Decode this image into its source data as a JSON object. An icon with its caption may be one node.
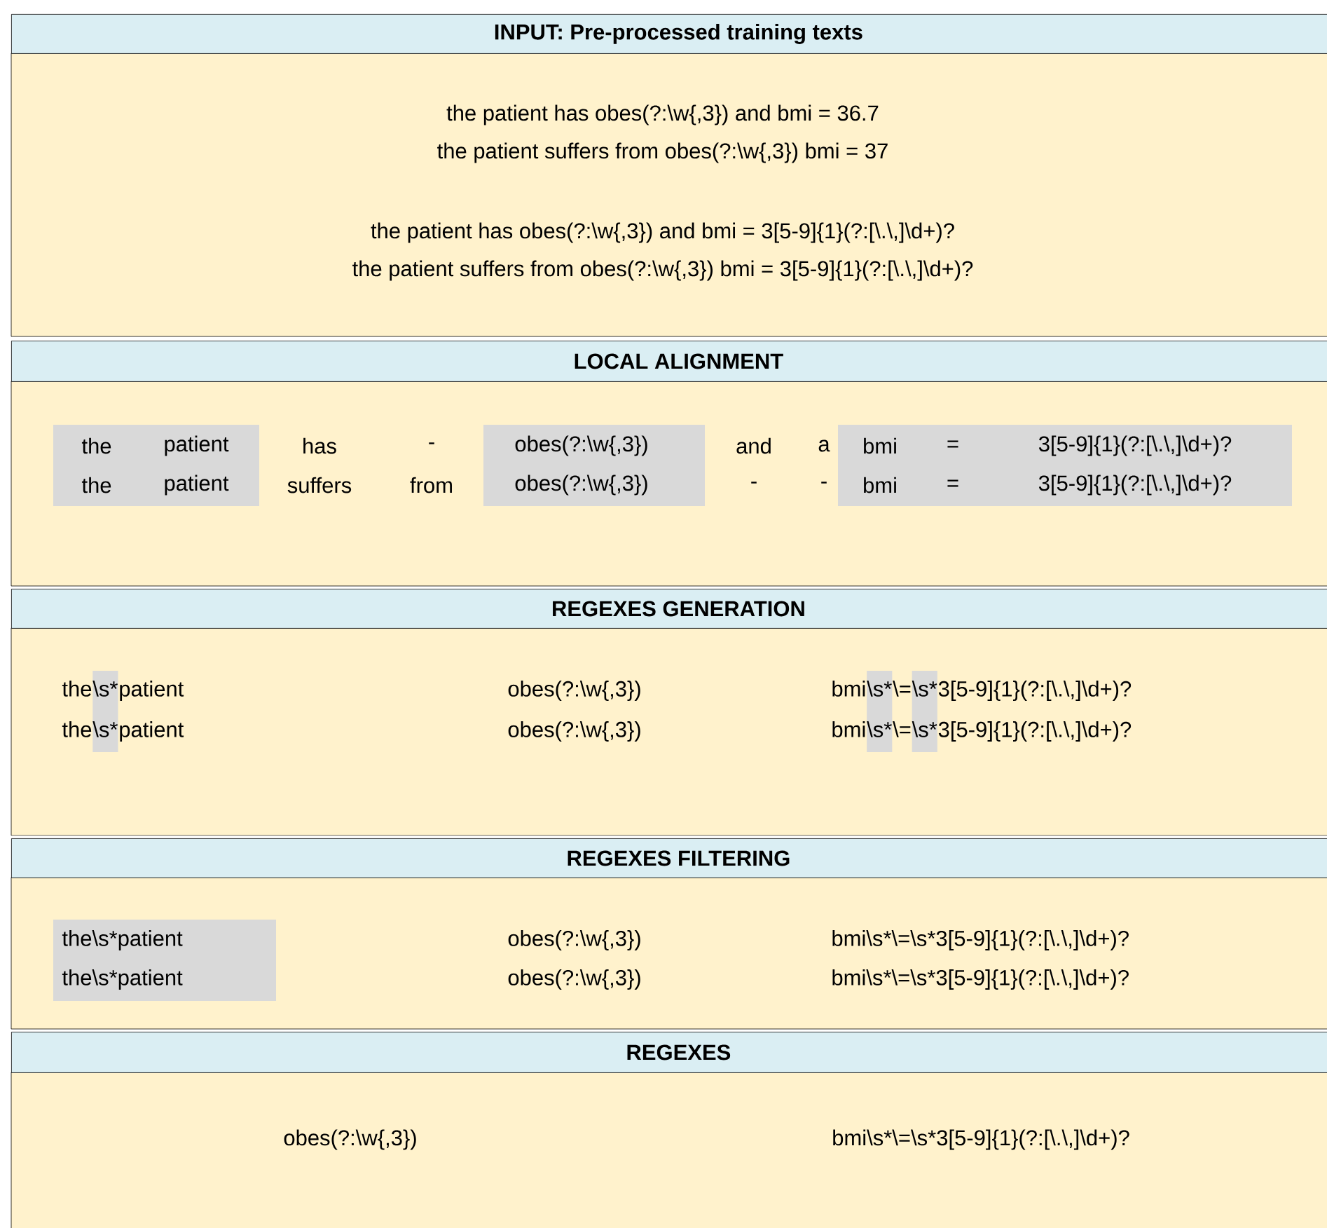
{
  "diagram": {
    "nodes": [
      {
        "text": [
          "**INPUT:** Pre-processed training texts"
        ]
      },
      {
        "text": [
          "LOCAL ALIGNMENT"
        ]
      },
      {
        "text": [
          "REGEXES GENERATION"
        ]
      },
      {
        "text": [
          "REGEXES FILTERING"
        ]
      },
      {
        "text": [
          "REGEXES"
        ]
      }
    ],
    "labels": [
      "the patient has obes(?:\\w{,3}) and bmi = 36.7",
      "the patient suffers from obes(?:\\w{,3}) bmi = 37",
      "the patient has obes(?:\\w{,3}) and bmi = 3[5-9]{1}(?:[\\.\\,]\\d+)?",
      "the patient suffers from obes(?:\\w{,3}) bmi = 3[5-9]{1}(?:[\\.\\,]\\d+)?",
      "the",
      "patient",
      "has",
      "-",
      "obes(?:\\w{,3})",
      "and",
      "a",
      "bmi",
      "=",
      "3[5-9]{1}(?:[\\.\\,]\\d+)?",
      "the",
      "patient",
      "suffers",
      "from",
      "obes(?:\\w{,3})",
      "-",
      "-",
      "bmi",
      "=",
      "3[5-9]{1}(?:[\\.\\,]\\d+)?",
      "the",
      "\\s*",
      "patient",
      "obes(?:\\w{,3})",
      "bmi",
      "\\s*",
      "\\=",
      "\\s*",
      "3[5-9]{1}(?:[\\.\\,]\\d+)?",
      "the",
      "\\s*",
      "patient",
      "obes(?:\\w{,3})",
      "bmi",
      "\\s*",
      "\\=",
      "\\s*",
      "3[5-9]{1}(?:[\\.\\,]\\d+)?",
      "the\\s*patient",
      "obes(?:\\w{,3})",
      "bmi\\s*\\=\\s*3[5-9]{1}(?:[\\.\\,]\\d+)?",
      "the\\s*patient",
      "obes(?:\\w{,3})",
      "bmi\\s*\\=\\s*3[5-9]{1}(?:[\\.\\,]\\d+)?",
      "obes(?:\\w{,3})",
      "bmi\\s*\\=\\s*3[5-9]{1}(?:[\\.\\,]\\d+)?"
    ]
  }
}
